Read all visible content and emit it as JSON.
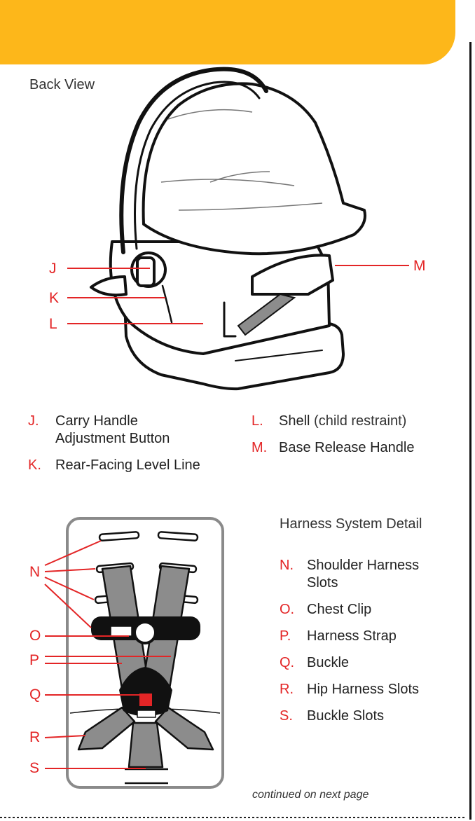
{
  "back_view": {
    "title": "Back View",
    "callouts": {
      "j": "J",
      "k": "K",
      "l": "L",
      "m": "M"
    },
    "legend": [
      {
        "letter": "J.",
        "text": "Carry Handle",
        "text2": "Adjustment Button"
      },
      {
        "letter": "K.",
        "text": "Rear-Facing Level Line"
      },
      {
        "letter": "L.",
        "text": "Shell",
        "note": " (child restraint)"
      },
      {
        "letter": "M.",
        "text": "Base Release Handle"
      }
    ]
  },
  "harness": {
    "title": "Harness System Detail",
    "callouts": {
      "n": "N",
      "o": "O",
      "p": "P",
      "q": "Q",
      "r": "R",
      "s": "S"
    },
    "legend": [
      {
        "letter": "N.",
        "text": "Shoulder Harness",
        "text2": "Slots"
      },
      {
        "letter": "O.",
        "text": "Chest Clip"
      },
      {
        "letter": "P.",
        "text": "Harness Strap"
      },
      {
        "letter": "Q.",
        "text": "Buckle"
      },
      {
        "letter": "R.",
        "text": "Hip Harness Slots"
      },
      {
        "letter": "S.",
        "text": "Buckle Slots"
      }
    ]
  },
  "footer": {
    "continued": "continued on next page"
  },
  "colors": {
    "banner": "#FDB71A",
    "accent_red": "#E32526",
    "strap_gray": "#8C8C8C"
  }
}
